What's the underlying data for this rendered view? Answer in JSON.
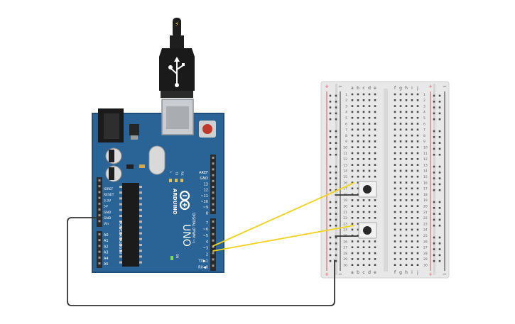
{
  "arduino": {
    "brand": "ARDUINO",
    "model": "UNO",
    "on_label": "ON",
    "tx_label": "TX",
    "rx_label": "RX",
    "l_label": "L",
    "power_label": "POWER",
    "analog_label": "ANALOG IN",
    "digital_label": "DIGITAL (PWM ~)",
    "power_pins": [
      "IOREF",
      "RESET",
      "3.3V",
      "5V",
      "GND",
      "GND",
      "Vin"
    ],
    "analog_pins": [
      "A0",
      "A1",
      "A2",
      "A3",
      "A4",
      "A5"
    ],
    "digital_top": [
      "AREF",
      "GND",
      "13",
      "12",
      "~11",
      "~10",
      "~9",
      "8"
    ],
    "digital_bottom": [
      "7",
      "~6",
      "~5",
      "4",
      "~3",
      "2",
      "TX▶1",
      "RX◀0"
    ],
    "colors": {
      "board": "#2a6496",
      "board_edge": "#1f4f78",
      "header": "#2b2b2b",
      "silk": "#ffffff"
    }
  },
  "breadboard": {
    "column_letters_left": [
      "a",
      "b",
      "c",
      "d",
      "e"
    ],
    "column_letters_right": [
      "f",
      "g",
      "h",
      "i",
      "j"
    ],
    "rows": 30,
    "rail_plus": "+",
    "rail_minus": "−",
    "colors": {
      "body": "#e8e8e8",
      "rail_red": "#d9534f",
      "rail_dark": "#333333",
      "hole": "#4a4a4a"
    }
  },
  "wires": {
    "signal_color": "#f2d21b",
    "ground_color": "#333333"
  },
  "usb": {
    "bolt": "⚡"
  }
}
